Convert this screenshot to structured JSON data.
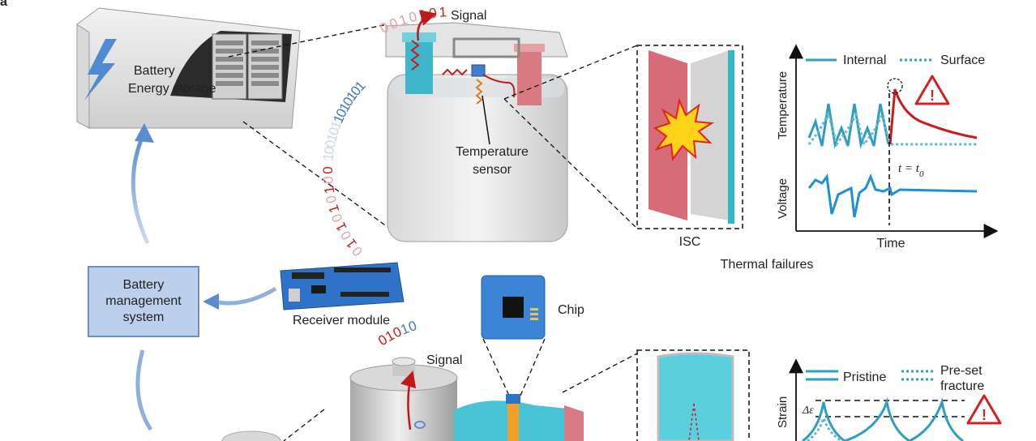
{
  "panel_letter": "a",
  "top_section": {
    "storage_label_line1": "Battery",
    "storage_label_line2": "Energy storage",
    "signal_label": "Signal",
    "temp_sensor_line1": "Temperature",
    "temp_sensor_line2": "sensor",
    "isc_label": "ISC",
    "thermal_failures_label": "Thermal failures",
    "bit_arc_red": "0010101",
    "bit_arc_blue": "1010101101001",
    "bit_arc_mixed": "0010101010"
  },
  "temp_chart": {
    "legend_internal": "Internal",
    "legend_surface": "Surface",
    "ylabel_top": "Temperature",
    "ylabel_bottom": "Voltage",
    "xlabel": "Time",
    "t_label": "t = t",
    "t_sub": "0",
    "colors": {
      "internal": "#2e9fc0",
      "surface": "#2e9fc0",
      "failure": "#cc1a1a",
      "voltage": "#1e90d8"
    }
  },
  "middle_section": {
    "bms_label": "Battery\nmanagement\nsystem",
    "receiver_label": "Receiver module",
    "chip_label": "Chip",
    "signal_label": "Signal",
    "bit_arc_lower": "01010"
  },
  "strain_chart": {
    "ylabel": "Strain",
    "legend_pristine": "Pristine",
    "legend_preset_line1": "Pre-set",
    "legend_preset_line2": "fracture",
    "delta_label": "Δε"
  },
  "colors": {
    "accent_blue": "#5b8ccf",
    "cyan": "#3cc3d6",
    "red": "#d94a4a",
    "warning_red": "#d32020"
  }
}
